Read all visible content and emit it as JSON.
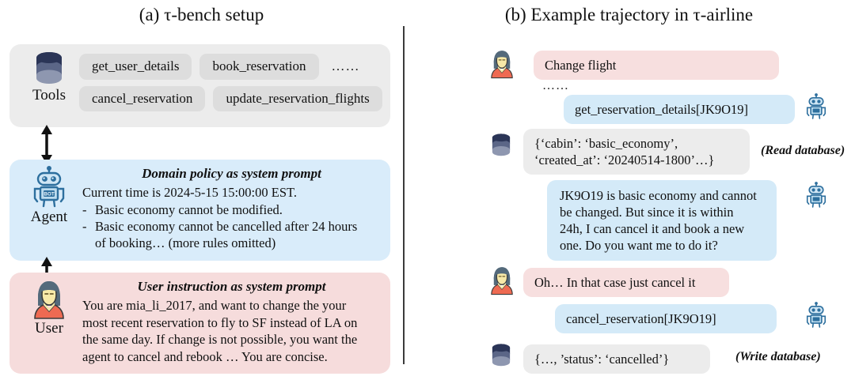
{
  "panel_a": {
    "title": "(a) τ-bench setup",
    "tools": {
      "label": "Tools",
      "icon": "database-icon",
      "row1": [
        "get_user_details",
        "book_reservation"
      ],
      "row1_ellipsis": "……",
      "row2": [
        "cancel_reservation",
        "update_reservation_flights"
      ]
    },
    "agent": {
      "label": "Agent",
      "icon": "robot-icon",
      "heading": "Domain policy as system prompt",
      "line1": "Current time is 2024-5-15 15:00:00 EST.",
      "rules": [
        "Basic economy cannot be modified.",
        "Basic economy cannot be cancelled after 24 hours",
        "of booking… (more rules omitted)"
      ],
      "dash": "-"
    },
    "user": {
      "label": "User",
      "icon": "user-avatar-icon",
      "heading": "User instruction as system prompt",
      "lines": [
        "You are mia_li_2017, and want to change the your",
        "most recent reservation to fly to SF instead of LA on",
        "the same day. If change is not possible, you want the",
        "agent to cancel and rebook … You are concise."
      ]
    }
  },
  "panel_b": {
    "title": "(b) Example trajectory in τ-airline",
    "turns": [
      {
        "speaker": "user",
        "icon": "user-avatar-icon",
        "text": "Change flight"
      },
      {
        "speaker": "ellipsis",
        "text": "……"
      },
      {
        "speaker": "agent",
        "icon": "robot-icon",
        "text": "get_reservation_details[JK9O19]"
      },
      {
        "speaker": "db",
        "icon": "database-icon",
        "line1": "{‘cabin’: ‘basic_economy’,",
        "line2": "‘created_at’: ‘20240514-1800’…}",
        "note": "(Read database)"
      },
      {
        "speaker": "agent",
        "icon": "robot-icon",
        "lines": [
          "JK9O19 is basic economy and cannot",
          "be changed. But since it is within",
          "24h, I can cancel it and book a new",
          "one. Do you want me to do it?"
        ]
      },
      {
        "speaker": "user",
        "icon": "user-avatar-icon",
        "text": "Oh… In that case just cancel it"
      },
      {
        "speaker": "agent",
        "icon": "robot-icon",
        "text": "cancel_reservation[JK9O19]"
      },
      {
        "speaker": "db",
        "icon": "database-icon",
        "text": "{…, ’status’: ‘cancelled’}",
        "note": "(Write database)"
      }
    ]
  },
  "colors": {
    "tools_bg": "#ececec",
    "tool_pill": "#dddddd",
    "agent_bg": "#d9ecfa",
    "user_bg": "#f6dcdc",
    "db_navy": "#2b3557",
    "db_mid": "#5b6687",
    "db_light": "#8e97b0",
    "avatar_hair": "#546a7b",
    "avatar_face": "#f7e9a8",
    "avatar_shirt": "#ee6a52",
    "robot_blue": "#2d6f9e"
  }
}
